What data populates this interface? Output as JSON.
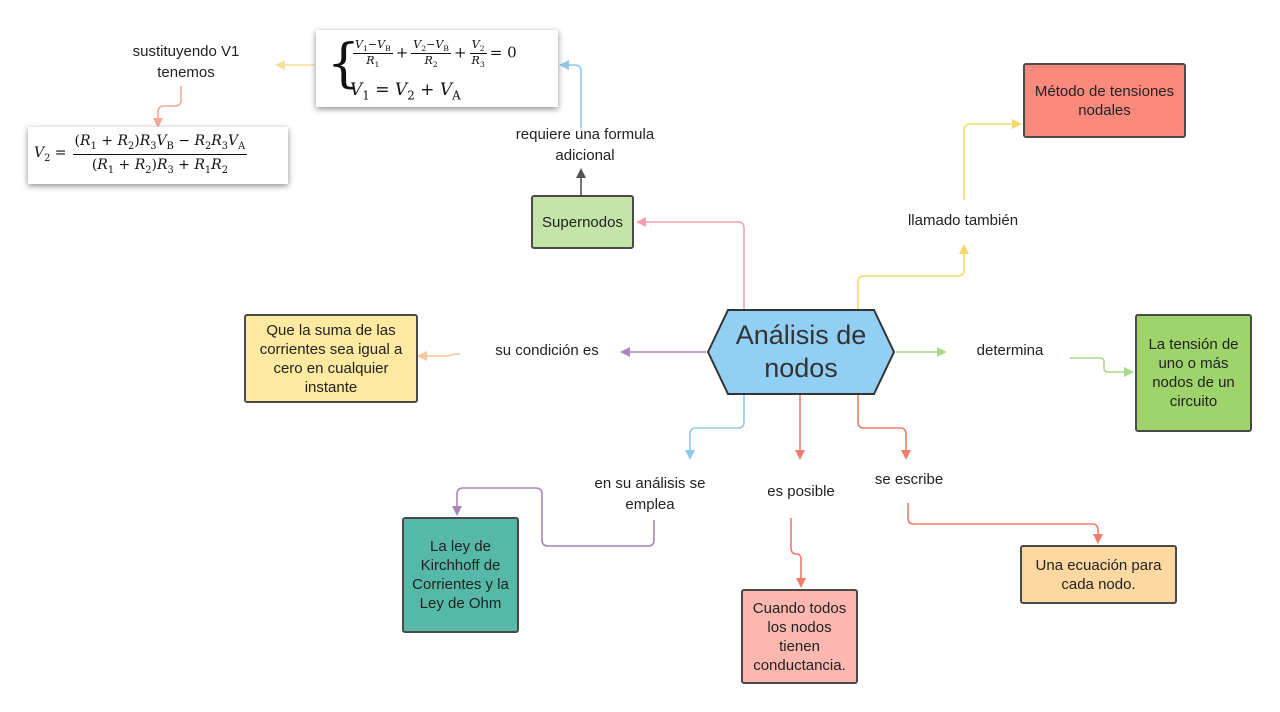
{
  "center": {
    "label": "Análisis de nodos"
  },
  "connectors": {
    "determina": "determina",
    "llamado": "llamado también",
    "condicion": "su condición es",
    "empleo": "en su análisis se emplea",
    "posible": "es posible",
    "escribe": "se escribe",
    "requiere": "requiere una formula adicional",
    "sustituyendo": "sustituyendo V1 tenemos"
  },
  "nodes": {
    "metodo": "Método de tensiones nodales",
    "tension": "La tensión de uno o más nodos de un circuito",
    "supernodos": "Supernodos",
    "suma": "Que la suma de las corrientes sea igual a cero en cualquier instante",
    "kirchhoff": "La ley de Kirchhoff de Corrientes y la Ley de Ohm",
    "cuando": "Cuando todos los nodos tienen conductancia.",
    "ecuacion": "Una ecuación para cada nodo."
  },
  "formulas": {
    "system_eq1": "(V1−VB)/R1 + (V2−VB)/R2 + V2/R3 = 0",
    "system_eq2": "V1 = V2 + VA",
    "v2": "V2 = ((R1+R2)R3VB − R2R3VA) / ((R1+R2)R3 + R1R2)"
  },
  "colors": {
    "center_fill": "#92cff5",
    "metodo": "#fb8a7c",
    "tension": "#9ed46b",
    "supernodos": "#c4e5a8",
    "suma": "#fee9a0",
    "kirchhoff": "#56b8a6",
    "cuando": "#fbb7b0",
    "ecuacion": "#fdd9a1"
  }
}
